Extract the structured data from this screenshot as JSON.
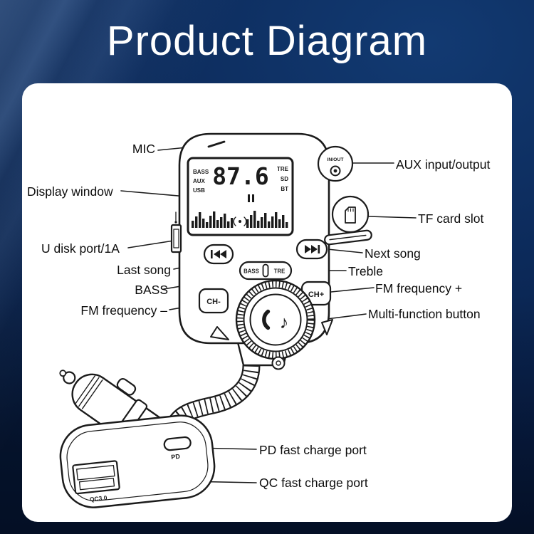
{
  "title": "Product Diagram",
  "labels": {
    "mic": "MIC",
    "aux_input_output": "AUX input/output",
    "display_window": "Display window",
    "tf_card_slot": "TF card slot",
    "u_disk_port": "U disk port/1A",
    "next_song": "Next song",
    "last_song": "Last song",
    "treble": "Treble",
    "bass": "BASS",
    "fm_frequency_plus": "FM frequency +",
    "fm_frequency_minus": "FM frequency –",
    "multi_function_button": "Multi-function button",
    "pd_fast_charge_port": "PD fast charge port",
    "qc_fast_charge_port": "QC fast charge port"
  },
  "device": {
    "display": {
      "frequency": "87.6",
      "left_indicators": [
        "BASS",
        "AUX",
        "USB"
      ],
      "right_indicators": [
        "TRE",
        "SD",
        "BT"
      ]
    },
    "buttons": {
      "bass": "BASS",
      "treble": "TRE",
      "channel_minus": "CH-",
      "channel_plus": "CH+"
    },
    "aux_jack_label": "IN/OUT",
    "charger": {
      "usb_a_label": "QC3.0",
      "usb_c_label": "PD"
    }
  },
  "colors": {
    "background": "#0c2a5a",
    "card": "#ffffff",
    "line_art": "#1b1b1b",
    "title_text": "#ffffff",
    "label_text": "#0d0d0d"
  },
  "icons": [
    "mic-slit-icon",
    "aux-jack-icon",
    "tf-card-icon",
    "previous-track-icon",
    "next-track-icon",
    "pause-icon",
    "equalizer-bars-icon",
    "phone-music-icon",
    "usb-a-port-icon",
    "usb-c-port-icon"
  ]
}
